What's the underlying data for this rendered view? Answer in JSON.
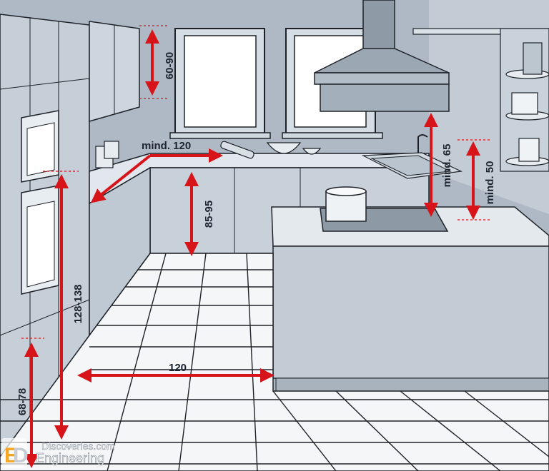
{
  "diagram": {
    "measurements": {
      "wall_cabinet_gap": "60-90",
      "corner_depth": "mind. 120",
      "counter_height": "85-95",
      "hood_clearance": "mind. 65",
      "island_overhang_clearance": "mind. 50",
      "oven_tower_height": "128-138",
      "floor_aisle_width": "120",
      "low_appliance_height": "68-78"
    },
    "colors": {
      "arrow": "#d7141a",
      "floor_tile": "#f4f6f8",
      "grout": "#1e2228",
      "cabinet": "#c9d2db",
      "wall": "#aab7c3",
      "counter": "#e4e9ee"
    }
  },
  "watermark": {
    "line1": "Discoveries.com",
    "line2": "Engineering",
    "logo_letters": "ED"
  }
}
